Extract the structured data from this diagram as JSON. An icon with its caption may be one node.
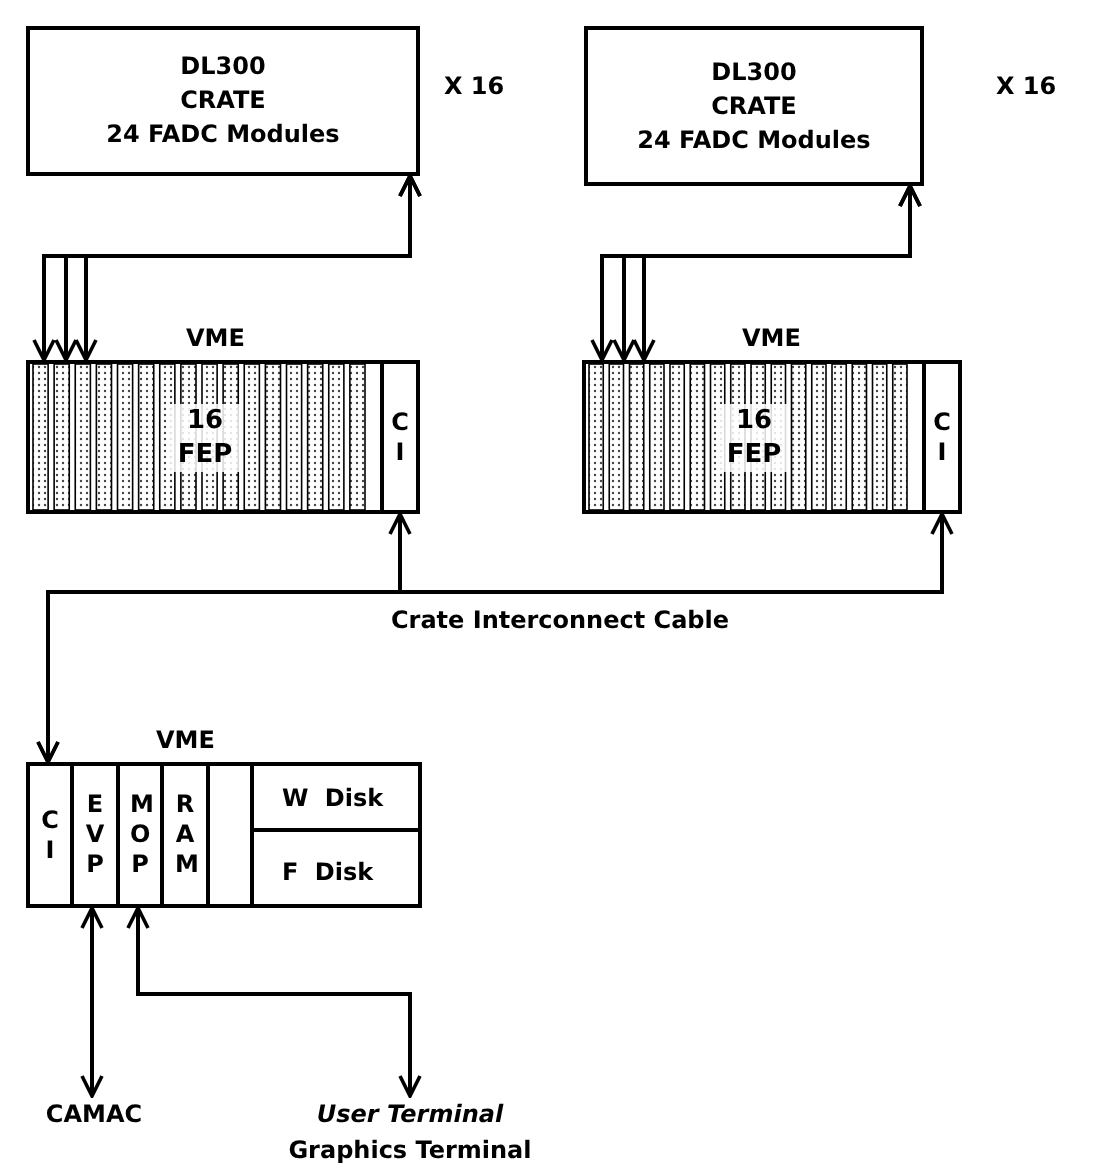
{
  "diagram": {
    "nodes": [
      {
        "text": [
          "DL300",
          "CRATE",
          "24 FADC Modules"
        ],
        "beside": [
          "X 16"
        ]
      },
      {
        "text": [
          "DL300",
          "CRATE",
          "24 FADC Modules"
        ],
        "beside": [
          "X 16"
        ]
      },
      {
        "text": [
          "VME",
          "16 FEP"
        ]
      },
      {
        "text": [
          "C I"
        ],
        "in": 2
      },
      {
        "text": [
          "VME",
          "16 FEP"
        ]
      },
      {
        "text": [
          "C I"
        ],
        "in": 4
      },
      {
        "text": [
          "VME"
        ]
      },
      {
        "text": [
          "C I"
        ],
        "in": 6
      },
      {
        "text": [
          "E V P"
        ],
        "in": 6
      },
      {
        "text": [
          "M O P"
        ],
        "in": 6
      },
      {
        "text": [
          "R A M"
        ],
        "in": 6
      },
      {
        "text": [],
        "shape": "box",
        "in": 6
      },
      {
        "text": [
          "W Disk"
        ],
        "in": 6
      },
      {
        "text": [
          "F Disk"
        ],
        "in": 6
      },
      {
        "text": [
          "CAMAC"
        ]
      },
      {
        "text": [
          "User Terminal",
          "Graphics Terminal"
        ]
      }
    ],
    "edges": [
      {
        "from": 2,
        "to": 0,
        "arrow": "both"
      },
      {
        "from": 2,
        "to": 0,
        "arrow": "both"
      },
      {
        "from": 2,
        "to": 0,
        "arrow": "both"
      },
      {
        "from": 4,
        "to": 1,
        "arrow": "both"
      },
      {
        "from": 4,
        "to": 1,
        "arrow": "both"
      },
      {
        "from": 4,
        "to": 1,
        "arrow": "both"
      },
      {
        "from": 7,
        "to": 3,
        "arrow": "both"
      },
      {
        "from": 7,
        "to": 5,
        "arrow": "both",
        "label": "Crate Interconnect Cable"
      },
      {
        "from": 8,
        "to": 14,
        "arrow": "both"
      },
      {
        "from": 9,
        "to": 15,
        "arrow": "both"
      }
    ]
  }
}
